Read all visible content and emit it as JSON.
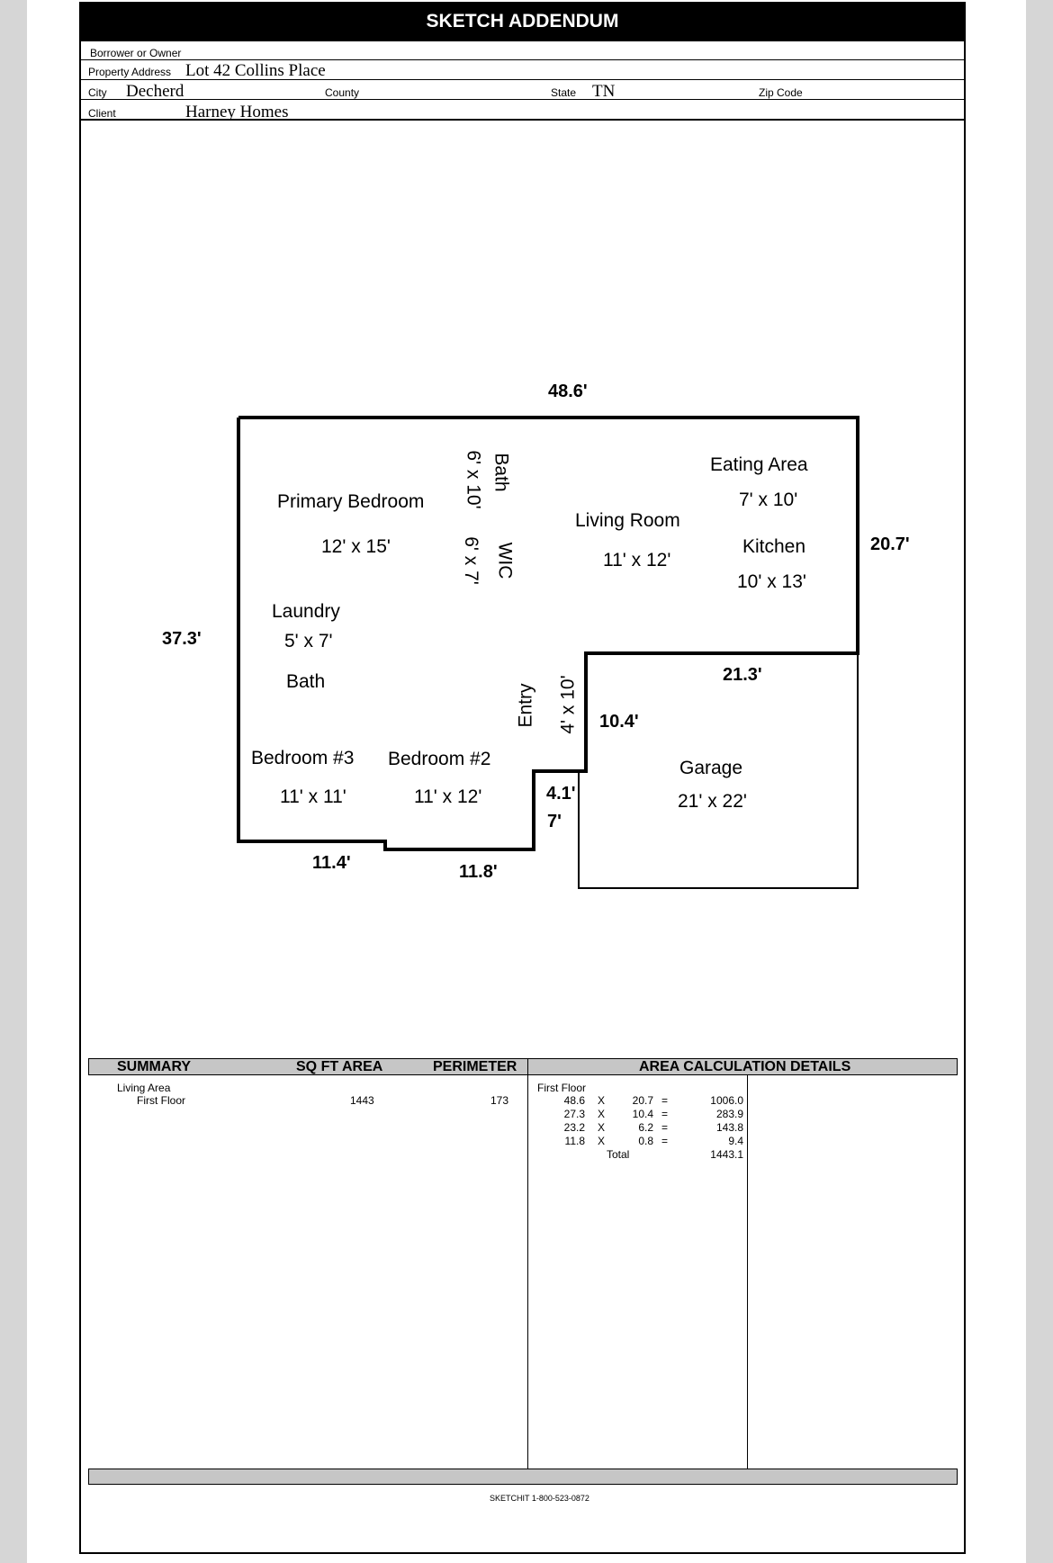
{
  "header": {
    "title": "SKETCH ADDENDUM",
    "borrower_label": "Borrower or Owner",
    "property_address_label": "Property Address",
    "property_address": "Lot 42 Collins Place",
    "city_label": "City",
    "city": "Decherd",
    "county_label": "County",
    "state_label": "State",
    "state": "TN",
    "zip_label": "Zip Code",
    "client_label": "Client",
    "client": "Harney Homes"
  },
  "sketch": {
    "rooms": {
      "primary_bedroom": "Primary Bedroom",
      "primary_bedroom_size": "12' x 15'",
      "bath_top": "Bath",
      "bath_top_size": "6' x 10'",
      "wic": "WIC",
      "wic_size": "6' x 7'",
      "living_room": "Living Room",
      "living_room_size": "11' x 12'",
      "eating_area": "Eating Area",
      "eating_area_size": "7' x 10'",
      "kitchen": "Kitchen",
      "kitchen_size": "10' x 13'",
      "laundry": "Laundry",
      "laundry_size": "5' x 7'",
      "bath": "Bath",
      "entry": "Entry",
      "entry_size": "4' x 10'",
      "bedroom3": "Bedroom #3",
      "bedroom3_size": "11' x 11'",
      "bedroom2": "Bedroom #2",
      "bedroom2_size": "11' x 12'",
      "garage": "Garage",
      "garage_size": "21' x 22'"
    },
    "dimensions": {
      "top": "48.6'",
      "right": "20.7'",
      "left": "37.3'",
      "garage_top": "21.3'",
      "notch_vertical": "10.4'",
      "step_a": "4.1'",
      "step_b": "7'",
      "bottom_left": "11.4'",
      "bottom_mid": "11.8'"
    }
  },
  "summary": {
    "headers": {
      "summary": "SUMMARY",
      "sqft": "SQ FT AREA",
      "perimeter": "PERIMETER",
      "details": "AREA CALCULATION DETAILS"
    },
    "living_area_label": "Living Area",
    "first_floor_label": "First Floor",
    "sqft_value": "1443",
    "perimeter_value": "173",
    "details_floor": "First Floor",
    "calc_rows": [
      {
        "a": "48.6",
        "x": "X",
        "b": "20.7",
        "eq": "=",
        "result": "1006.0"
      },
      {
        "a": "27.3",
        "x": "X",
        "b": "10.4",
        "eq": "=",
        "result": "283.9"
      },
      {
        "a": "23.2",
        "x": "X",
        "b": "6.2",
        "eq": "=",
        "result": "143.8"
      },
      {
        "a": "11.8",
        "x": "X",
        "b": "0.8",
        "eq": "=",
        "result": "9.4"
      }
    ],
    "total_label": "Total",
    "total_value": "1443.1"
  },
  "footer": {
    "credit": "SKETCHIT 1-800-523-0872"
  }
}
